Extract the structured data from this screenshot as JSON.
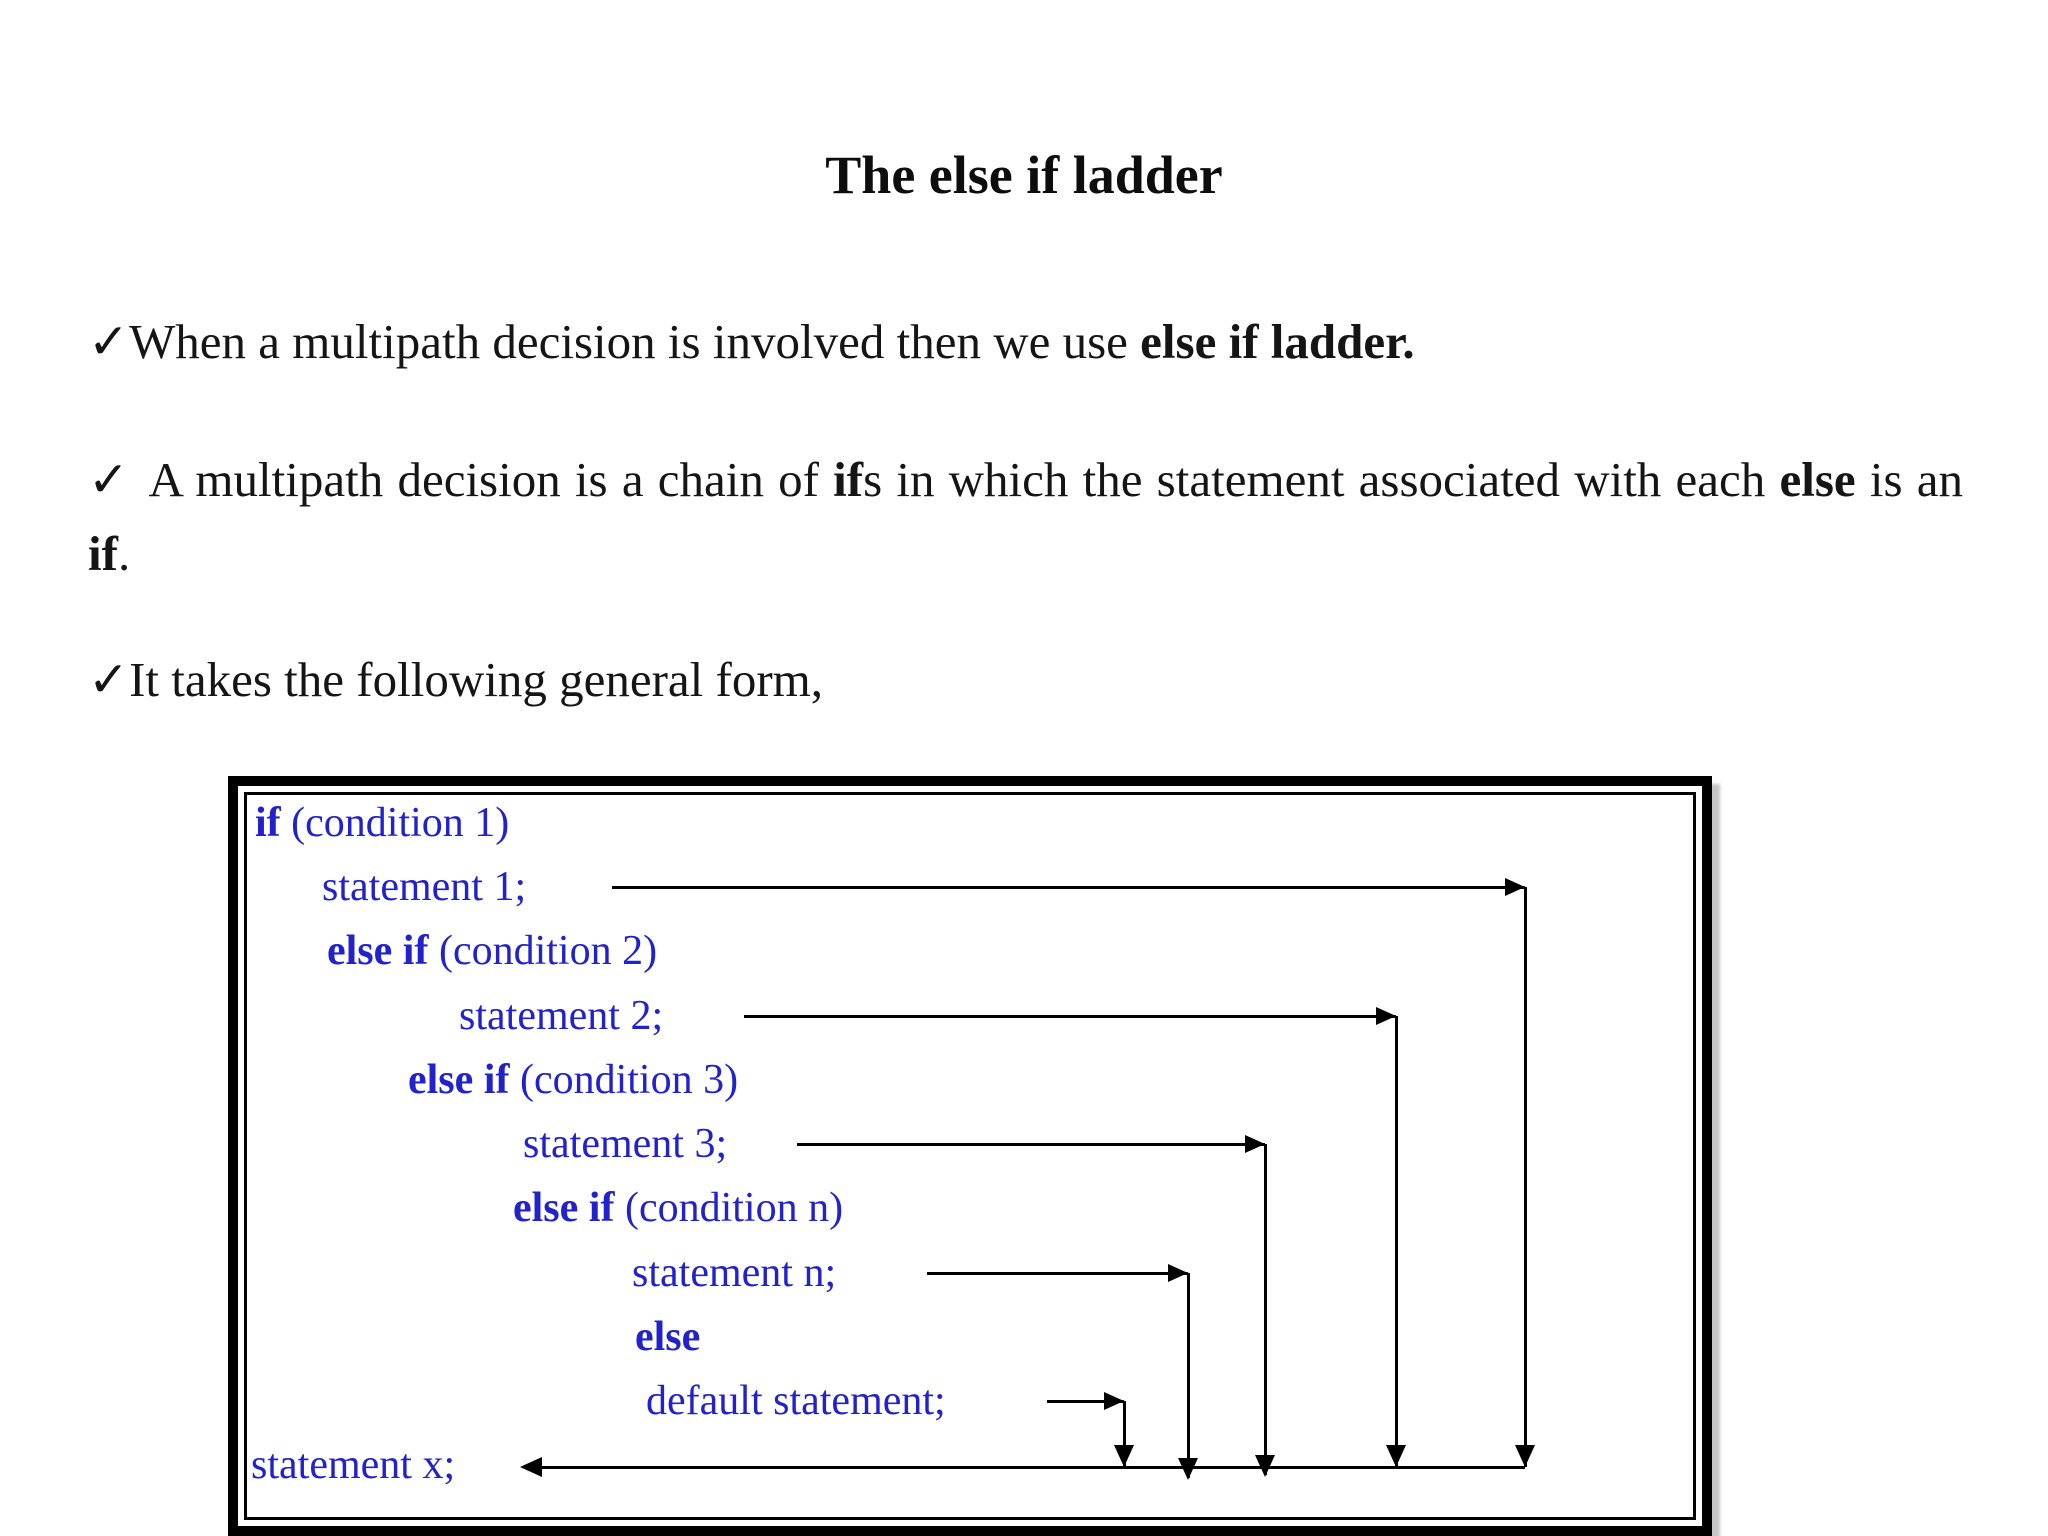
{
  "title": "The else if ladder",
  "bullets": {
    "b1": {
      "check": "✓",
      "pre": "When a multipath decision is involved then we use ",
      "bold": "else if ladder."
    },
    "b2": {
      "check": "✓ ",
      "s1": "A multipath decision is a chain of ",
      "s2": "if",
      "s3": "s in which the statement associated with each ",
      "s4": "else",
      "s5": " is an ",
      "s6": "if",
      "s7": "."
    },
    "b3": {
      "check": "✓",
      "text": "It takes the following general form,"
    }
  },
  "diagram": {
    "rows": [
      {
        "kw": "if",
        "rest": " (condition 1)"
      },
      {
        "text": "statement 1;"
      },
      {
        "kw": "else if",
        "rest": " (condition 2)"
      },
      {
        "text": "statement 2;"
      },
      {
        "kw": "else if",
        "rest": " (condition 3)"
      },
      {
        "text": "statement 3;"
      },
      {
        "kw": "else if",
        "rest": " (condition n)"
      },
      {
        "text": "statement n;"
      },
      {
        "kw": "else",
        "rest": ""
      },
      {
        "text": "default statement;"
      },
      {
        "text": "statement x;"
      }
    ]
  },
  "colors": {
    "background": "#ffffff",
    "body_text": "#151515",
    "code_text": "#2222cd",
    "arrow": "#000000",
    "frame_border": "#000000"
  }
}
